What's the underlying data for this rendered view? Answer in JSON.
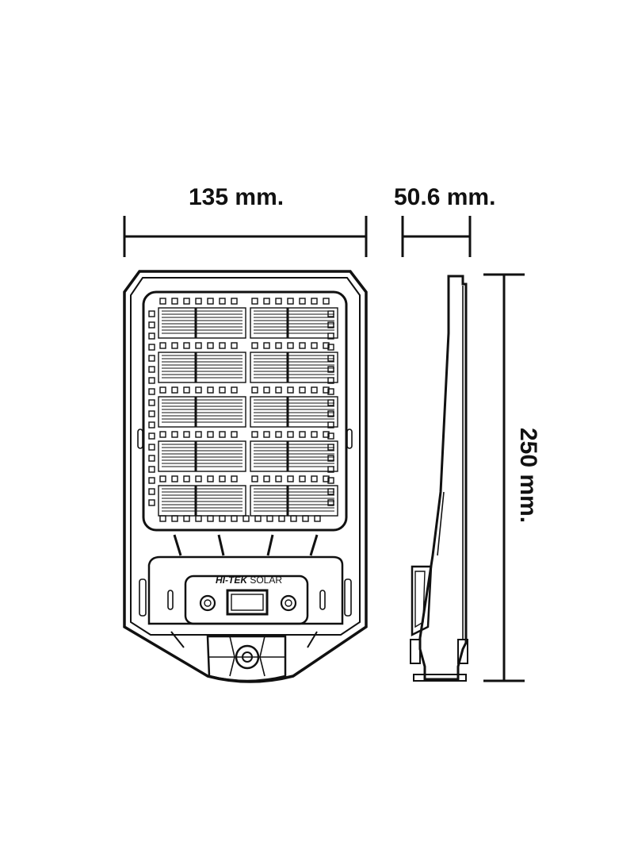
{
  "dimensions": {
    "width": "135 mm.",
    "depth": "50.6 mm.",
    "height": "250 mm."
  },
  "brand": {
    "name_bold": "HI-TEK",
    "name_regular": "SOLAR"
  },
  "colors": {
    "line": "#111111",
    "background": "#ffffff"
  },
  "icons": [
    "solar-panel-icon",
    "display-screen-icon",
    "mounting-bracket-icon"
  ]
}
